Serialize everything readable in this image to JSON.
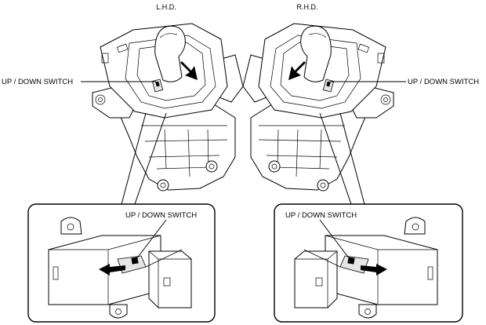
{
  "header": {
    "left_title": "L.H.D.",
    "right_title": "R.H.D."
  },
  "labels": {
    "lhd_upper_switch": "UP / DOWN SWITCH",
    "rhd_upper_switch": "UP / DOWN SWITCH",
    "lhd_detail_switch": "UP / DOWN SWITCH",
    "rhd_detail_switch": "UP / DOWN SWITCH"
  }
}
